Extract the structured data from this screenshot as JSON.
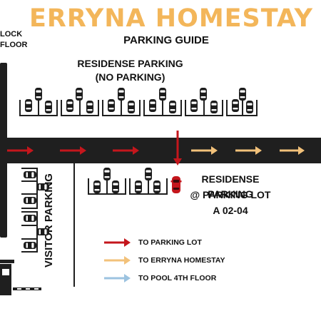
{
  "header": {
    "brand": "ERRYNA HOMESTAY",
    "subtitle": "PARKING GUIDE"
  },
  "block_label": {
    "line1": "LOCK",
    "line2": "FLOOR"
  },
  "areas": {
    "residence_no_parking": {
      "line1": "RESIDENSE PARKING",
      "line2": "(NO PARKING)"
    },
    "residence_lot": {
      "line1": "RESIDENSE PARKING",
      "line2": "@ PARKING LOT",
      "line3": "A 02-04"
    },
    "visitor": "VISITOR PARKING"
  },
  "legend": [
    {
      "label": "TO PARKING LOT",
      "color": "#c4161c"
    },
    {
      "label": "TO ERRYNA HOMESTAY",
      "color": "#f2c17a"
    },
    {
      "label": "TO POOL 4TH FLOOR",
      "color": "#9cc3e0"
    }
  ],
  "colors": {
    "road": "#1f1f1f",
    "red_arrow": "#c4161c",
    "orange_arrow": "#f2c17a",
    "car_body": "#1c1c1c",
    "car_highlight": "#c4161c"
  }
}
